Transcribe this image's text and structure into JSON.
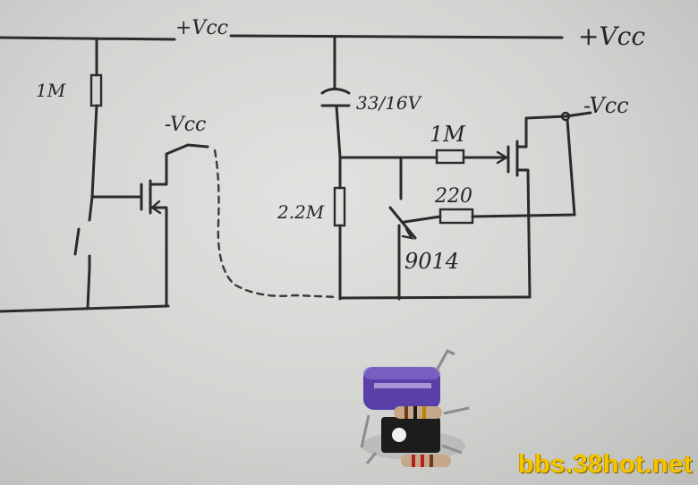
{
  "schematic": {
    "labels": {
      "vcc_top_left": "+Vcc",
      "vcc_top_right": "+Vcc",
      "neg_vcc_left": "-Vcc",
      "neg_vcc_right": "-Vcc",
      "r_1m_left": "1M",
      "r_1m_right": "1M",
      "capacitor": "33/16V",
      "r_2_2m": "2.2M",
      "r_220": "220",
      "transistor": "9014"
    }
  },
  "watermark": "bbs.38hot.net",
  "colors": {
    "ink": "#2b2b2b",
    "paper": "#d2d3d0",
    "watermark": "#f3c400",
    "capacitor_sleeve": "#5a3fa8"
  }
}
